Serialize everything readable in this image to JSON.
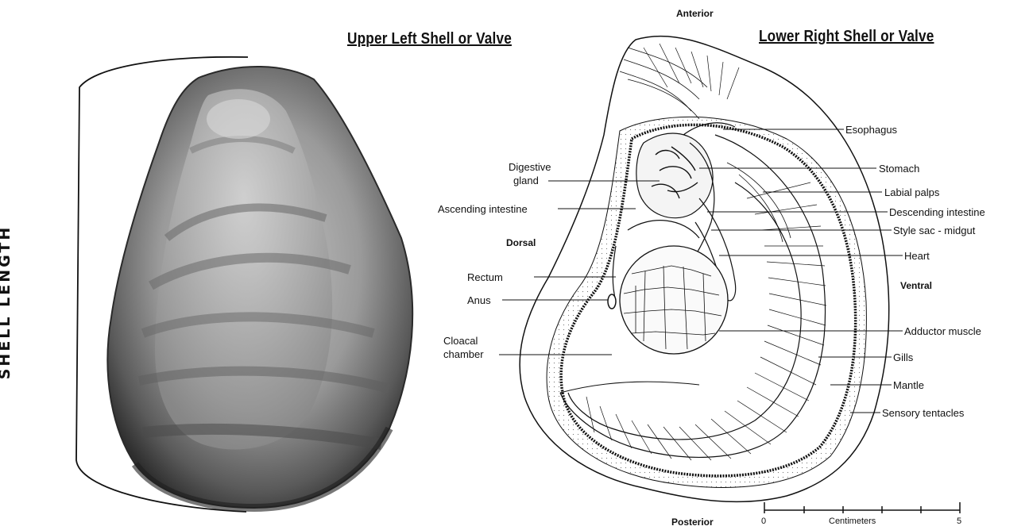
{
  "titles": {
    "upper_left": "Upper Left Shell or Valve",
    "lower_right": "Lower Right Shell or Valve"
  },
  "measure": {
    "shell_length": "SHELL LENGTH"
  },
  "orientation": {
    "anterior": "Anterior",
    "posterior": "Posterior",
    "dorsal": "Dorsal",
    "ventral": "Ventral"
  },
  "labels": {
    "esophagus": "Esophagus",
    "stomach": "Stomach",
    "labial_palps": "Labial palps",
    "descending_intestine": "Descending intestine",
    "style_sac": "Style sac - midgut",
    "heart": "Heart",
    "adductor_muscle": "Adductor muscle",
    "gills": "Gills",
    "mantle": "Mantle",
    "sensory_tentacles": "Sensory tentacles",
    "digestive_gland_1": "Digestive",
    "digestive_gland_2": "gland",
    "ascending_intestine": "Ascending intestine",
    "rectum": "Rectum",
    "anus": "Anus",
    "cloacal_chamber_1": "Cloacal",
    "cloacal_chamber_2": "chamber"
  },
  "scale": {
    "start": "0",
    "unit": "Centimeters",
    "end": "5"
  },
  "colors": {
    "shell_dark": "#3a3a3a",
    "shell_light": "#bdbdbd",
    "line": "#111111"
  }
}
